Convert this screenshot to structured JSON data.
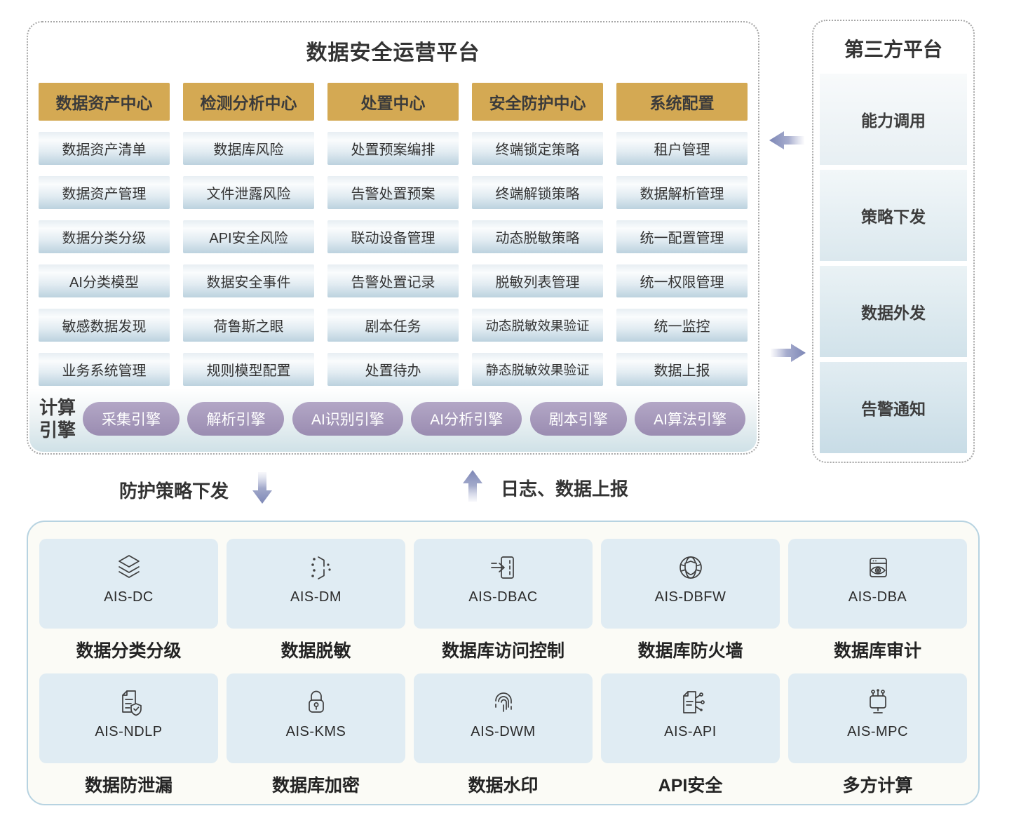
{
  "platform": {
    "title": "数据安全运营平台",
    "columns": [
      {
        "header": "数据资产中心",
        "items": [
          "数据资产清单",
          "数据资产管理",
          "数据分类分级",
          "AI分类模型",
          "敏感数据发现",
          "业务系统管理"
        ]
      },
      {
        "header": "检测分析中心",
        "items": [
          "数据库风险",
          "文件泄露风险",
          "API安全风险",
          "数据安全事件",
          "荷鲁斯之眼",
          "规则模型配置"
        ]
      },
      {
        "header": "处置中心",
        "items": [
          "处置预案编排",
          "告警处置预案",
          "联动设备管理",
          "告警处置记录",
          "剧本任务",
          "处置待办"
        ]
      },
      {
        "header": "安全防护中心",
        "items": [
          "终端锁定策略",
          "终端解锁策略",
          "动态脱敏策略",
          "脱敏列表管理",
          "动态脱敏效果验证",
          "静态脱敏效果验证"
        ]
      },
      {
        "header": "系统配置",
        "items": [
          "租户管理",
          "数据解析管理",
          "统一配置管理",
          "统一权限管理",
          "统一监控",
          "数据上报"
        ]
      }
    ],
    "engine": {
      "label": "计算引擎",
      "pills": [
        "采集引擎",
        "解析引擎",
        "AI识别引擎",
        "AI分析引擎",
        "剧本引擎",
        "AI算法引擎"
      ]
    }
  },
  "third_party": {
    "title": "第三方平台",
    "items": [
      "能力调用",
      "策略下发",
      "数据外发",
      "告警通知"
    ]
  },
  "flows": {
    "policy_label": "防护策略下发",
    "log_label": "日志、数据上报"
  },
  "products": [
    {
      "code": "AIS-DC",
      "name": "数据分类分级",
      "icon": "layers-icon"
    },
    {
      "code": "AIS-DM",
      "name": "数据脱敏",
      "icon": "data-mask-icon"
    },
    {
      "code": "AIS-DBAC",
      "name": "数据库访问控制",
      "icon": "access-door-icon"
    },
    {
      "code": "AIS-DBFW",
      "name": "数据库防火墙",
      "icon": "globe-shield-icon"
    },
    {
      "code": "AIS-DBA",
      "name": "数据库审计",
      "icon": "window-eye-icon"
    },
    {
      "code": "AIS-NDLP",
      "name": "数据防泄漏",
      "icon": "document-shield-icon"
    },
    {
      "code": "AIS-KMS",
      "name": "数据库加密",
      "icon": "padlock-icon"
    },
    {
      "code": "AIS-DWM",
      "name": "数据水印",
      "icon": "fingerprint-icon"
    },
    {
      "code": "AIS-API",
      "name": "API安全",
      "icon": "document-circuit-icon"
    },
    {
      "code": "AIS-MPC",
      "name": "多方计算",
      "icon": "monitor-network-icon"
    }
  ],
  "colors": {
    "header_gold": "#d4a953",
    "cell_blue_bottom": "#bcd2df",
    "pill_purple": "#a294b8",
    "tile_blue": "#e0ecf3",
    "bottom_border_blue": "#b7d3e1",
    "arrow_purple": "#8089b8",
    "dotted_border_gray": "#a6a6a6"
  }
}
